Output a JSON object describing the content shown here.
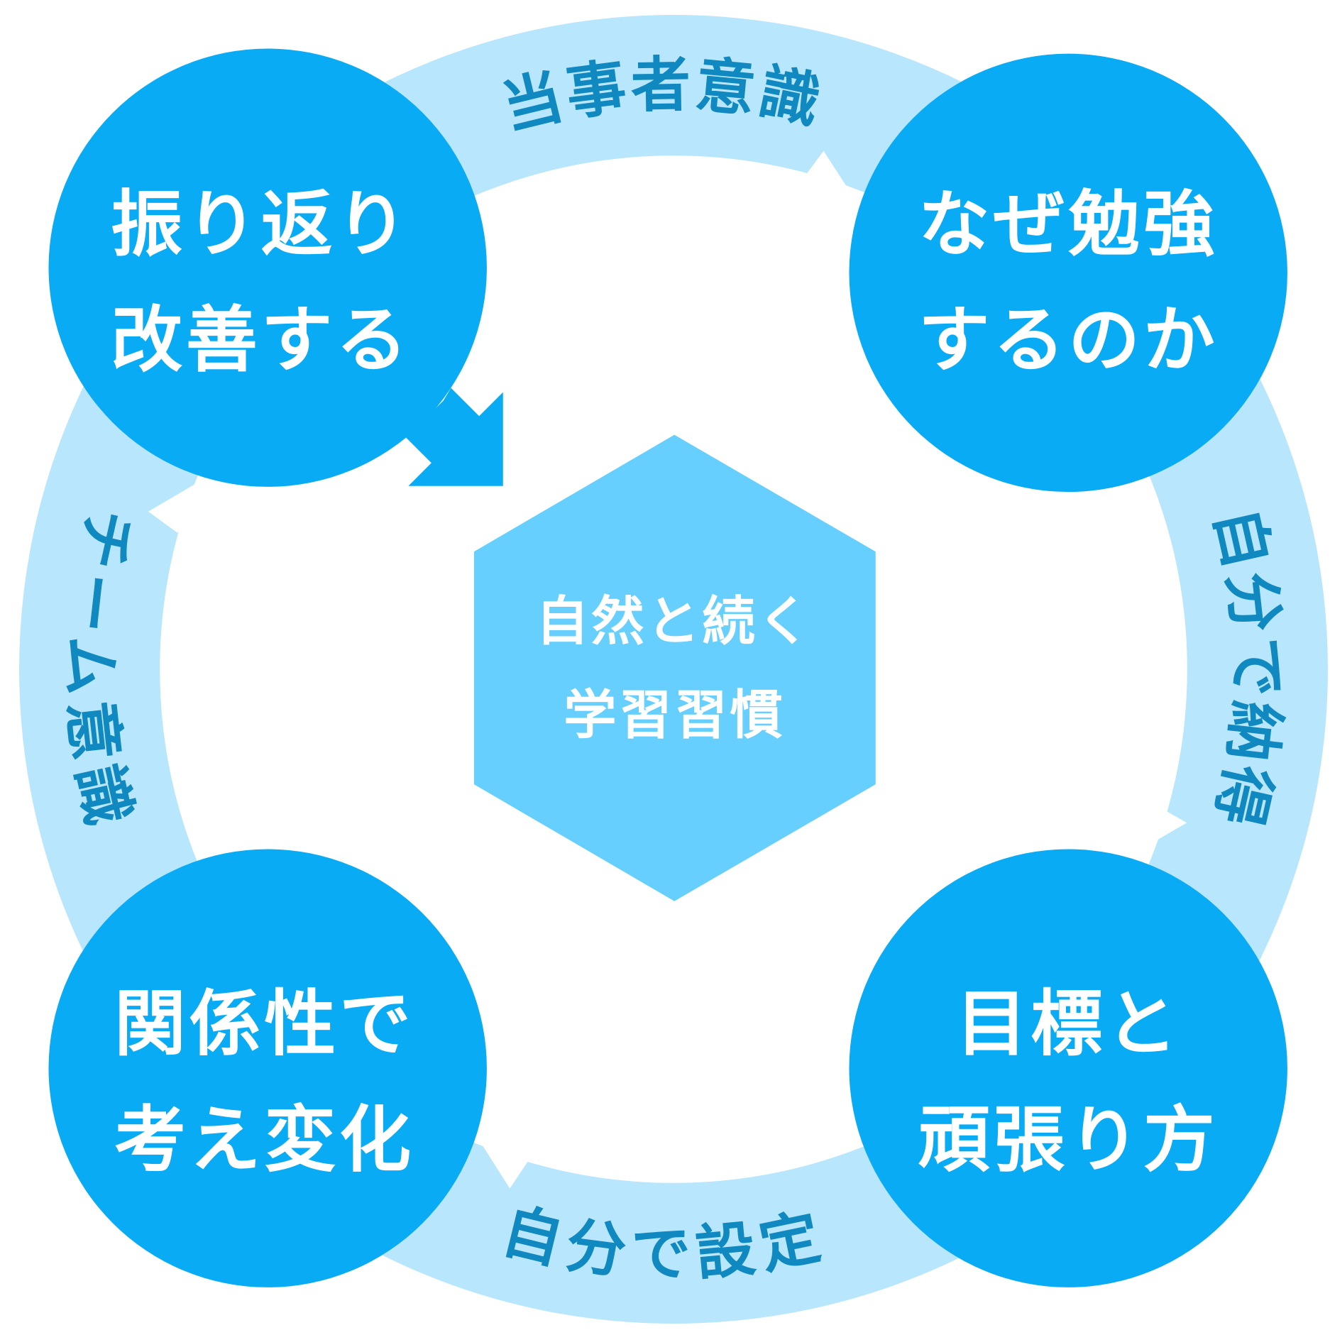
{
  "center": {
    "line1": "自然と続く",
    "line2": "学習習慣"
  },
  "nodes": {
    "top_left": {
      "line1": "振り返り",
      "line2": "改善する"
    },
    "top_right": {
      "line1": "なぜ勉強",
      "line2": "するのか"
    },
    "bottom_right": {
      "line1": "目標と",
      "line2": "頑張り方"
    },
    "bottom_left": {
      "line1": "関係性で",
      "line2": "考え変化"
    }
  },
  "arcs": {
    "top": "当事者意識",
    "right": "自分で納得",
    "bottom": "自分で設定",
    "left": "チーム意識"
  },
  "colors": {
    "ring": "#b8e6fc",
    "node": "#0aabf5",
    "hexagon": "#66cffd",
    "arc_text": "#1088c0"
  }
}
